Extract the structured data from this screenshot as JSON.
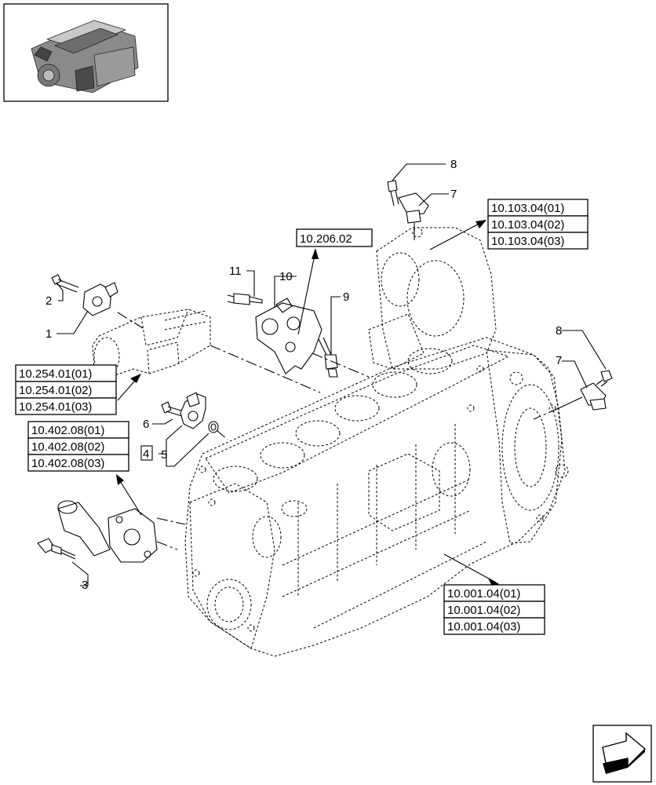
{
  "references": {
    "r10206": "10.206.02",
    "r10103": [
      "10.103.04(01)",
      "10.103.04(02)",
      "10.103.04(03)"
    ],
    "r10254": [
      "10.254.01(01)",
      "10.254.01(02)",
      "10.254.01(03)"
    ],
    "r10402": [
      "10.402.08(01)",
      "10.402.08(02)",
      "10.402.08(03)"
    ],
    "r10001": [
      "10.001.04(01)",
      "10.001.04(02)",
      "10.001.04(03)"
    ]
  },
  "callouts": {
    "c1": "1",
    "c2": "2",
    "c3": "3",
    "c4": "4",
    "c5": "5",
    "c6": "6",
    "c7a": "7",
    "c7b": "7",
    "c8a": "8",
    "c8b": "8",
    "c9": "9",
    "c10": "10",
    "c11": "11"
  },
  "icons": {
    "thumbnail": "engine-thumbnail-icon",
    "nav": "next-page-arrow-icon"
  }
}
